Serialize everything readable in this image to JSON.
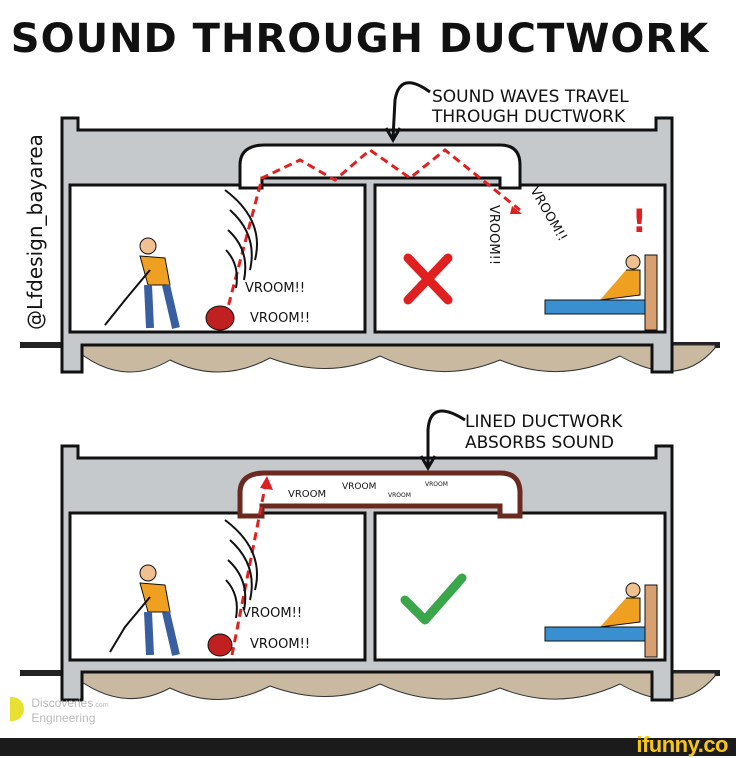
{
  "title": "SOUND THROUGH DUCTWORK",
  "credit": "@Lfdesign_bayarea",
  "top_panel": {
    "callout": [
      "SOUND WAVES TRAVEL",
      "THROUGH DUCTWORK"
    ],
    "left_room_sounds": [
      "VROOM!!",
      "VROOM!!"
    ],
    "right_room_sounds": [
      "VROOM!!",
      "VROOM!!"
    ],
    "exclamation": "!",
    "result_icon": "red-x-icon"
  },
  "bottom_panel": {
    "callout": [
      "LINED DUCTWORK",
      "ABSORBS SOUND"
    ],
    "duct_sounds": [
      "VROOM",
      "VROOM",
      "VROOM",
      "VROOM"
    ],
    "left_room_sounds": [
      "VROOM!!",
      "VROOM!!"
    ],
    "result_icon": "green-check-icon"
  },
  "watermark": {
    "line1": "Discoveries",
    "line1_suffix": ".com",
    "line2": "Engineering"
  },
  "footer_brand": "ifunny.co",
  "colors": {
    "wall": "#c5c9cc",
    "sound_path": "#e02020",
    "duct_lining": "#6b2a20",
    "ground": "#c9b9a0",
    "bed": "#3a8fd0",
    "check": "#3aa64a",
    "cross": "#e02020",
    "brand": "#f5c518"
  }
}
